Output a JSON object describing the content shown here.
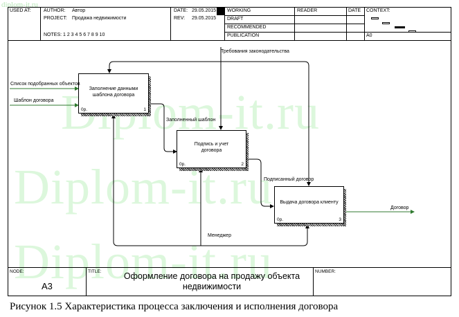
{
  "watermark": {
    "top_small": "diplom-it.ru",
    "big": "Diplom-it.ru"
  },
  "header": {
    "used_at": "USED AT:",
    "author_label": "AUTHOR:",
    "author_value": "Автор",
    "project_label": "PROJECT:",
    "project_value": "Продажа недвижимости",
    "notes": "NOTES:  1  2  3  4  5  6  7  8  9  10",
    "date_label": "DATE:",
    "date_value": "29.05.2015",
    "rev_label": "REV:",
    "rev_value": "29.05.2015",
    "statuses": [
      "WORKING",
      "DRAFT",
      "RECOMMENDED",
      "PUBLICATION"
    ],
    "reader": "READER",
    "date2": "DATE",
    "context": "CONTEXT:",
    "context_node": "A0"
  },
  "diagram": {
    "boxes": [
      {
        "label": "Заполнение данными шаблона договора",
        "cost": "0р.",
        "number": "1"
      },
      {
        "label": "Подпись и учет договора",
        "cost": "0р.",
        "number": "2"
      },
      {
        "label": "Выдача договора клиенту",
        "cost": "0р.",
        "number": "3"
      }
    ],
    "arrows": {
      "input1": "Список подобранных объектов",
      "input2": "Шаблон договора",
      "control": "Требования законодательства",
      "link12": "Заполненный шаблон",
      "link23": "Подписанный договор",
      "output": "Договор",
      "mechanism": "Менеджер"
    }
  },
  "footer": {
    "node_label": "NODE:",
    "node_value": "А3",
    "title_label": "TITLE:",
    "title_value": "Оформление договора  на продажу  объекта недвижимости",
    "number_label": "NUMBER:"
  },
  "caption": "Рисунок 1.5 Характеристика процесса заключения и исполнения договора"
}
